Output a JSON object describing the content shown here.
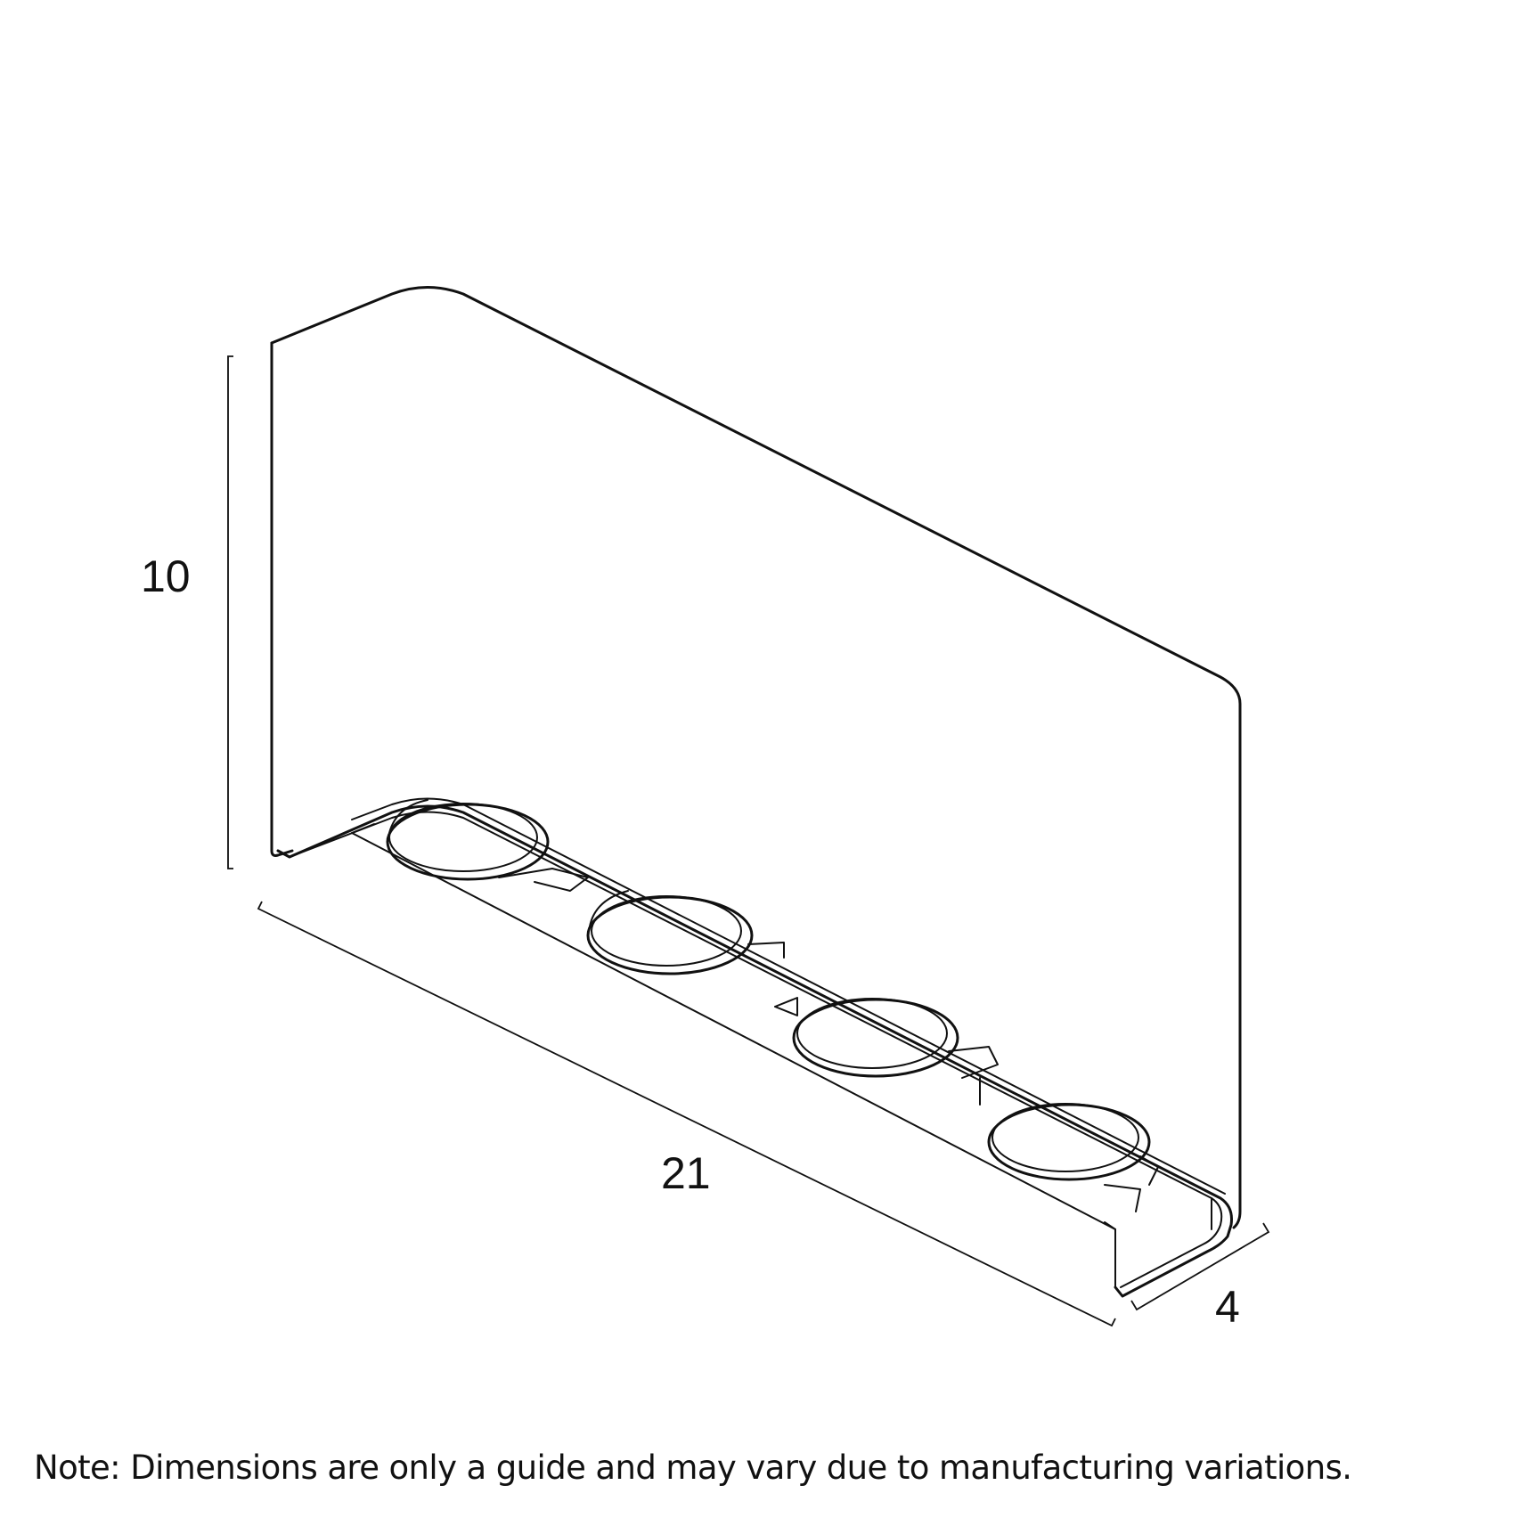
{
  "drawing": {
    "subject": "wall light fixture line drawing",
    "lens_count": 4,
    "colors": {
      "line": "#111111",
      "background": "#ffffff"
    }
  },
  "dimensions": {
    "height": {
      "value": "10"
    },
    "width": {
      "value": "21"
    },
    "depth": {
      "value": "4"
    }
  },
  "note": {
    "text": "Note: Dimensions are only a guide and may vary due to manufacturing variations."
  }
}
